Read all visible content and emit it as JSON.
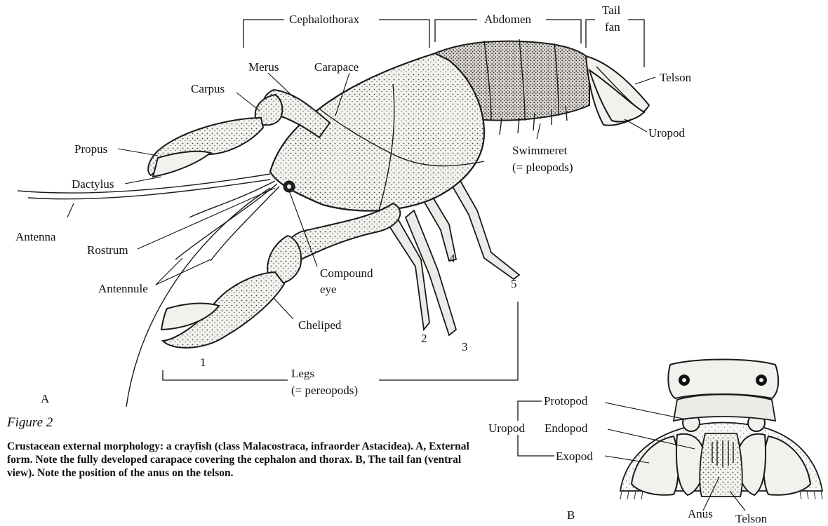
{
  "figure": {
    "title": "Figure 2",
    "caption": "Crustacean external morphology: a crayfish (class Malacostraca, infraorder Astacidea). A, External form. Note the fully developed carapace covering the cephalon and thorax. B, The tail fan (ventral view). Note the position of the anus on the telson."
  },
  "panel_a": {
    "letter": "A",
    "regions": {
      "cephalothorax": "Cephalothorax",
      "abdomen": "Abdomen",
      "tail_fan_1": "Tail",
      "tail_fan_2": "fan"
    },
    "labels": {
      "merus": "Merus",
      "carapace": "Carapace",
      "carpus": "Carpus",
      "propus": "Propus",
      "dactylus": "Dactylus",
      "antenna": "Antenna",
      "rostrum": "Rostrum",
      "antennule": "Antennule",
      "compound_eye_1": "Compound",
      "compound_eye_2": "eye",
      "cheliped": "Cheliped",
      "telson": "Telson",
      "uropod": "Uropod",
      "swimmeret_1": "Swimmeret",
      "swimmeret_2": "(= pleopods)",
      "legs_1": "Legs",
      "legs_2": "(= pereopods)"
    },
    "leg_numbers": [
      "1",
      "2",
      "3",
      "4",
      "5"
    ]
  },
  "panel_b": {
    "letter": "B",
    "labels": {
      "protopod": "Protopod",
      "uropod": "Uropod",
      "endopod": "Endopod",
      "exopod": "Exopod",
      "anus": "Anus",
      "telson": "Telson"
    }
  }
}
